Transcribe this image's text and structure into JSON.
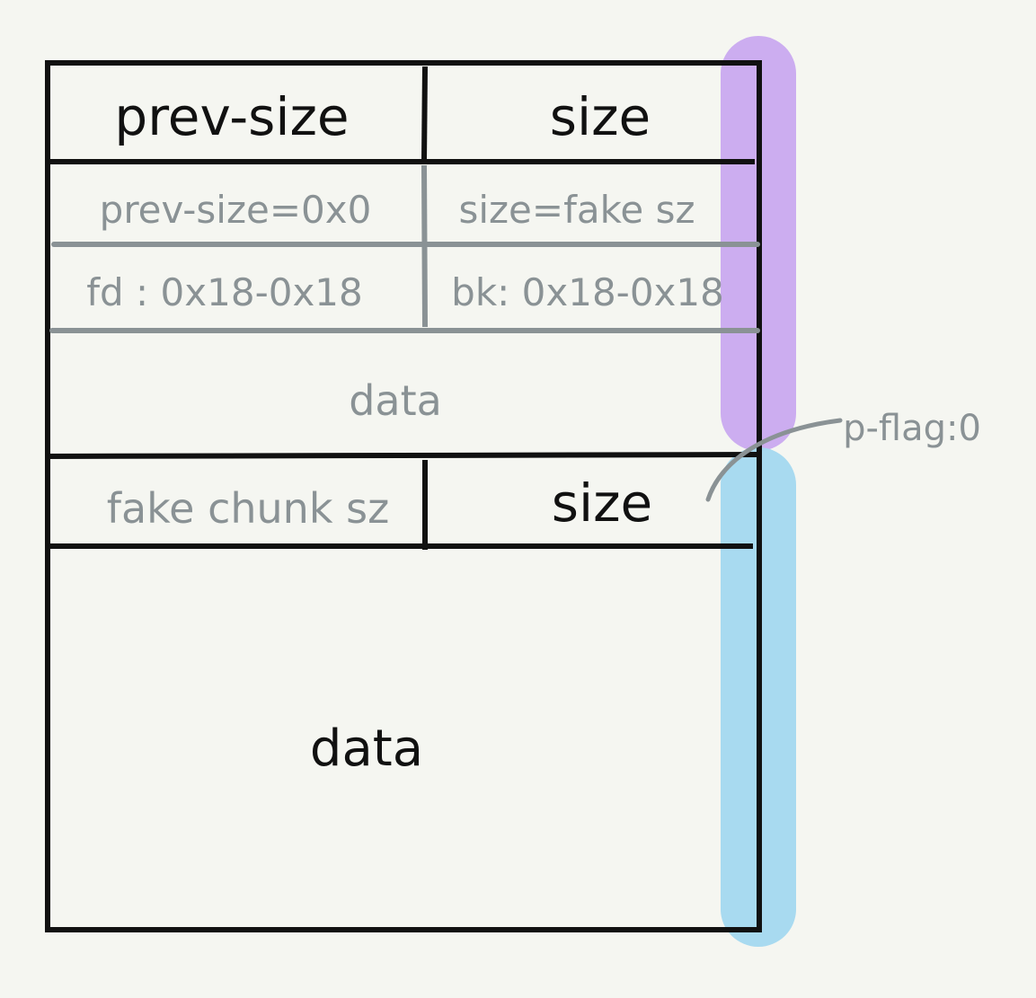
{
  "colors": {
    "background": "#f5f6f1",
    "ink": "#111111",
    "pencil": "#8a9295",
    "purple_highlight": "#c8a6f0",
    "blue_highlight": "#a3d8ef"
  },
  "chunk1": {
    "header": {
      "prev_size_label": "prev-size",
      "size_label": "size"
    },
    "fake_chunk": {
      "prev_size_value": "prev-size=0x0",
      "size_value": "size=fake sz",
      "fd_value": "fd : 0x18-0x18",
      "bk_value": "bk: 0x18-0x18",
      "data_label": "data"
    }
  },
  "chunk2": {
    "prev_size_value": "fake chunk sz",
    "size_label": "size",
    "data_label": "data"
  },
  "annotation": {
    "flag_label": "p-flag:0"
  }
}
